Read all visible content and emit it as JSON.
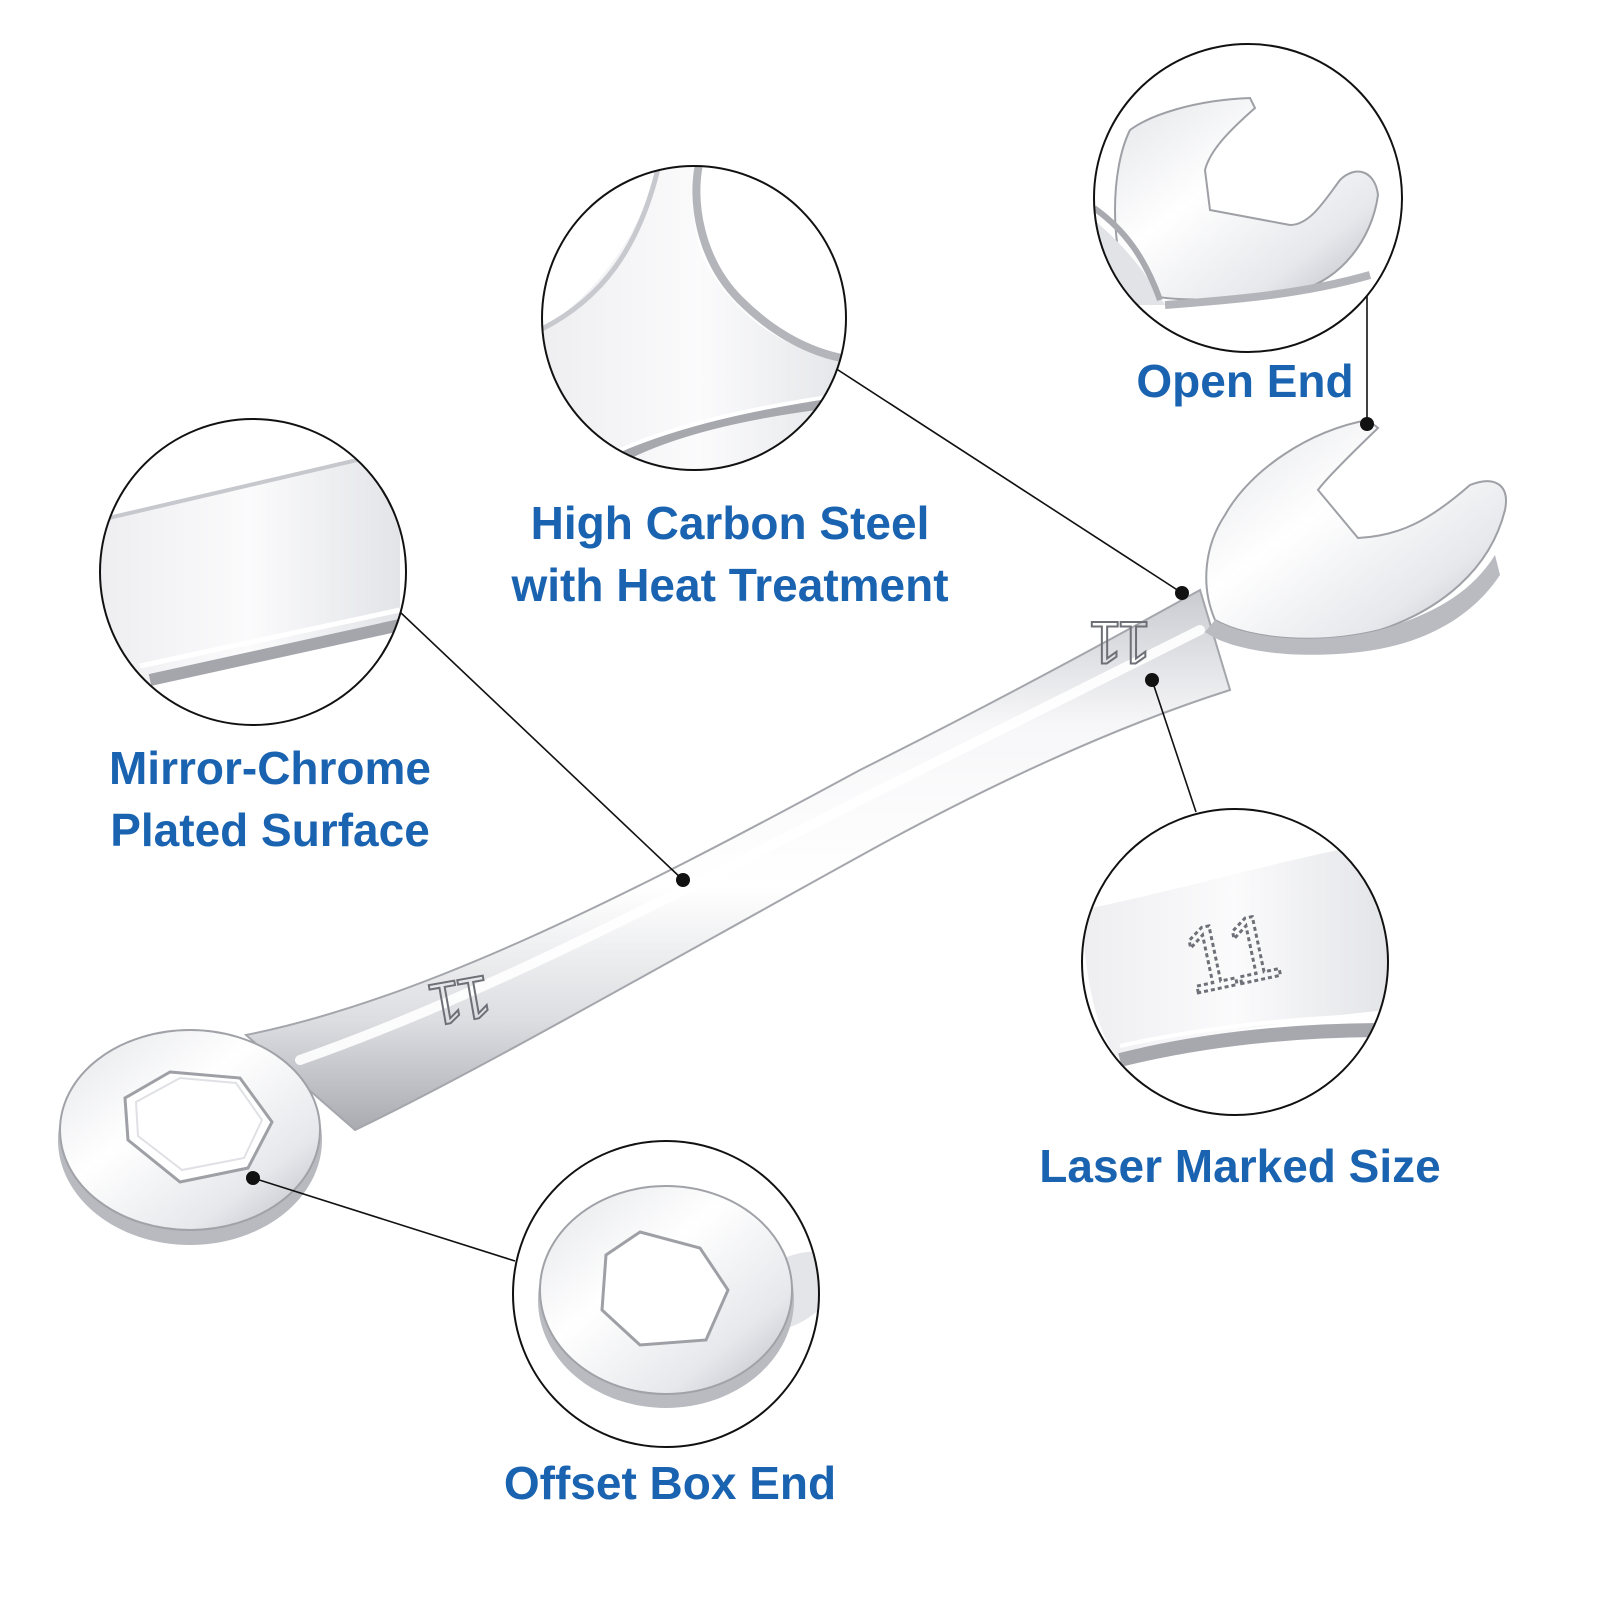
{
  "colors": {
    "label": "#1a63b0",
    "outline": "#111111",
    "chrome_light": "#f4f4f6",
    "chrome_mid": "#d6d7db",
    "chrome_dark": "#9a9ca2"
  },
  "wrench": {
    "size_marking": "11"
  },
  "callouts": {
    "open_end": {
      "label": "Open End"
    },
    "high_carbon_steel": {
      "line1": "High Carbon Steel",
      "line2": "with Heat Treatment"
    },
    "mirror_chrome": {
      "line1": "Mirror-Chrome",
      "line2": "Plated Surface"
    },
    "laser_marked_size": {
      "label": "Laser Marked Size"
    },
    "offset_box_end": {
      "label": "Offset Box End"
    }
  }
}
